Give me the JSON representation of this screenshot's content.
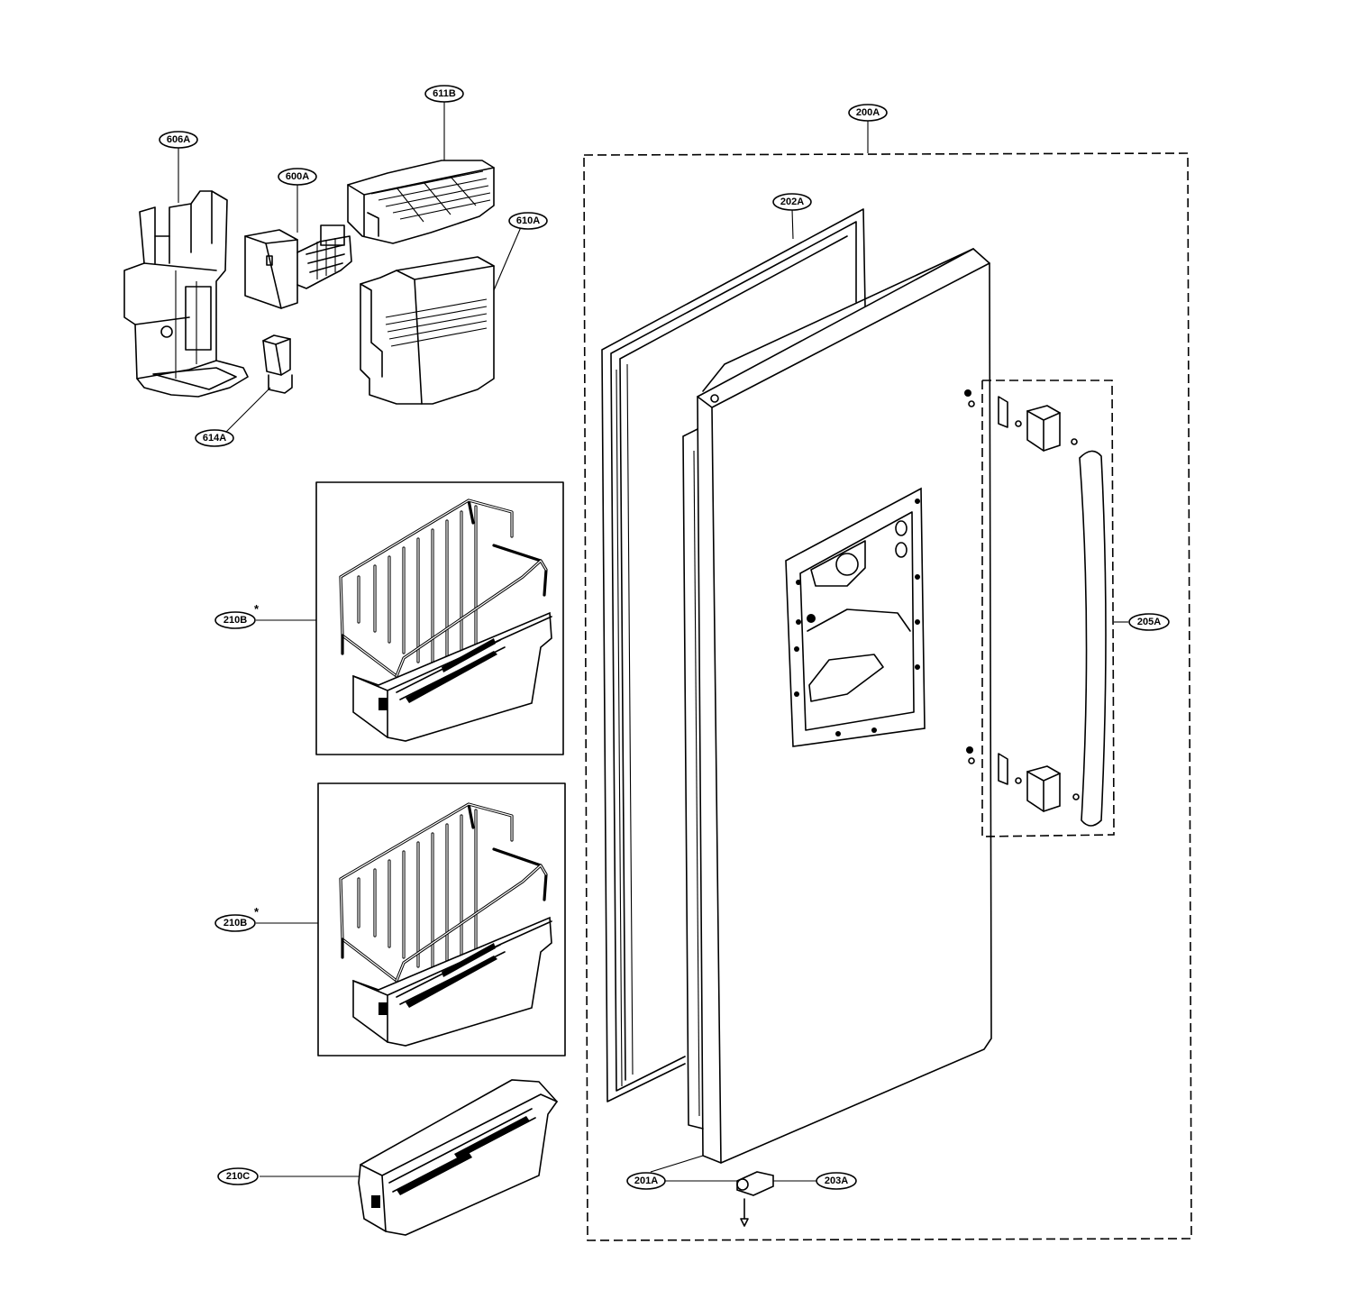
{
  "labels": {
    "l606A": "606A",
    "l611B": "611B",
    "l600A": "600A",
    "l610A": "610A",
    "l614A": "614A",
    "l200A": "200A",
    "l202A": "202A",
    "l205A": "205A",
    "l210B_top": "210B",
    "l210B_bottom": "210B",
    "l210C": "210C",
    "l201A": "201A",
    "l203A": "203A",
    "asterisk": "*"
  }
}
